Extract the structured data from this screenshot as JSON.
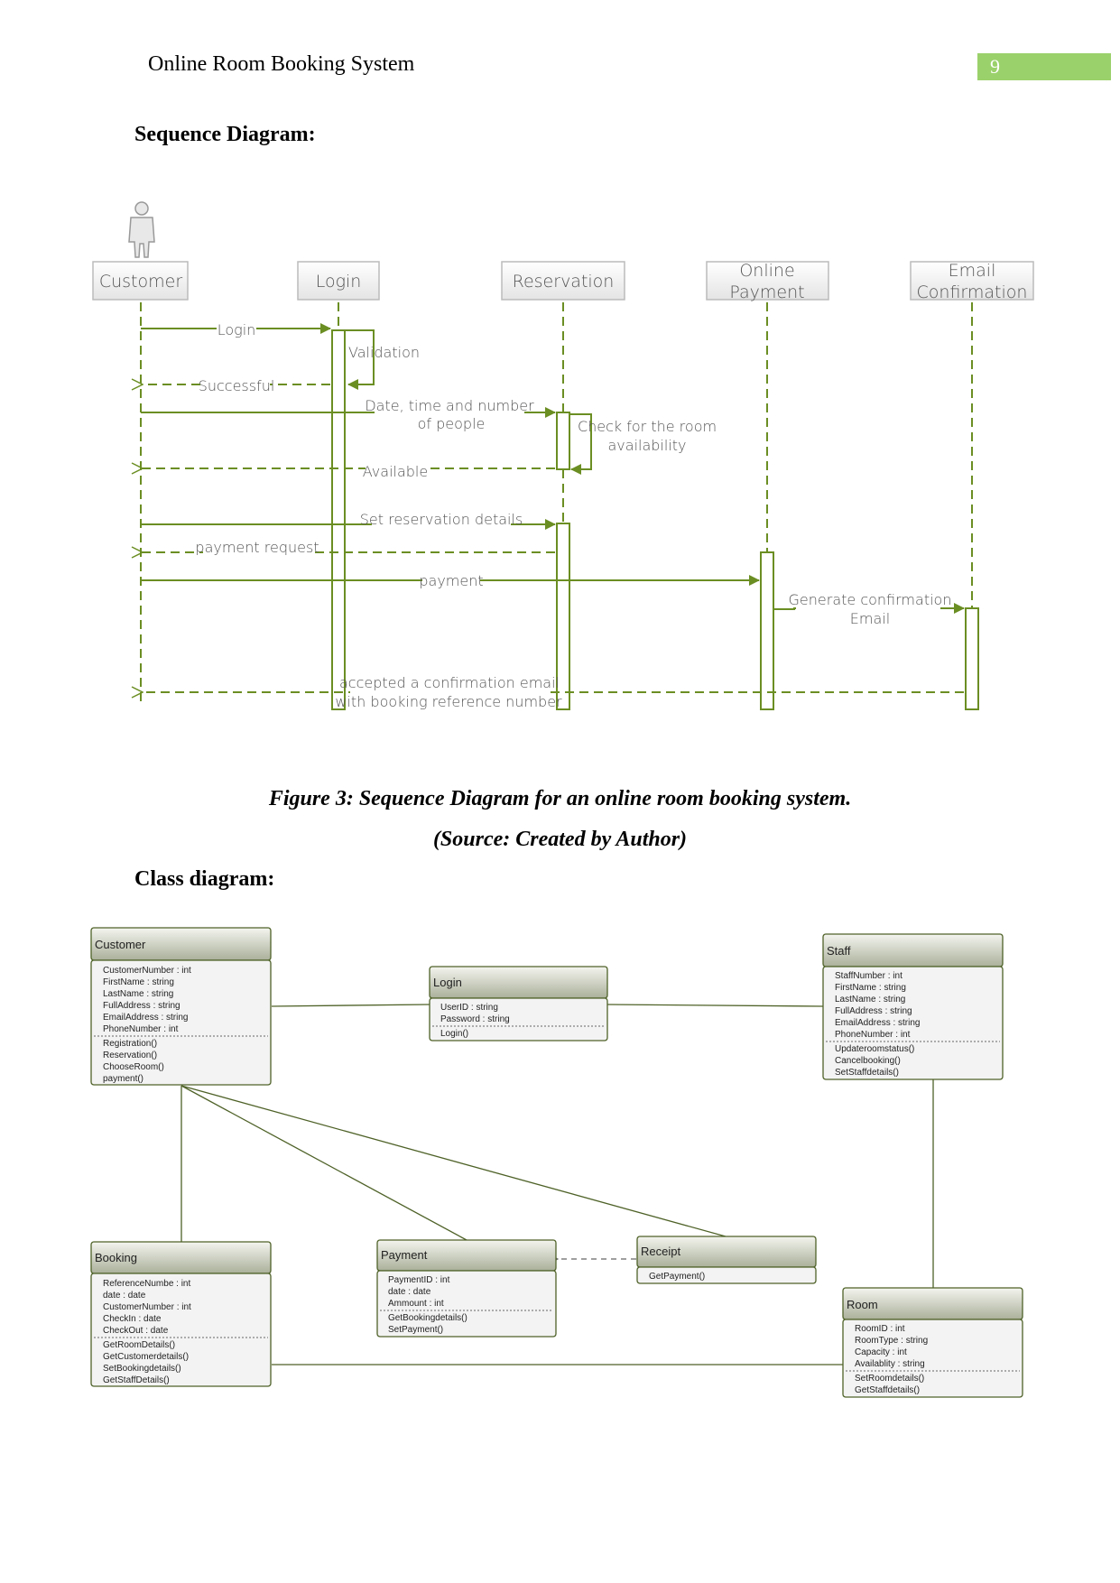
{
  "header": {
    "title": "Online Room Booking System",
    "page_number": "9"
  },
  "sequence": {
    "heading": "Sequence Diagram:",
    "lifelines": [
      {
        "id": "customer",
        "label_lines": [
          "Customer"
        ]
      },
      {
        "id": "login",
        "label_lines": [
          "Login"
        ]
      },
      {
        "id": "reservation",
        "label_lines": [
          "Reservation"
        ]
      },
      {
        "id": "online-payment",
        "label_lines": [
          "Online",
          "Payment"
        ]
      },
      {
        "id": "email-confirmation",
        "label_lines": [
          "Email",
          "Confirmation"
        ]
      }
    ],
    "messages": [
      {
        "label": "Login"
      },
      {
        "label": "Validation"
      },
      {
        "label": "Successful"
      },
      {
        "label_lines": [
          "Date, time and number",
          "of people"
        ]
      },
      {
        "label_lines": [
          "Check for the room",
          "availability"
        ]
      },
      {
        "label": "Available"
      },
      {
        "label": "Set reservation details"
      },
      {
        "label": "payment request"
      },
      {
        "label": "payment"
      },
      {
        "label_lines": [
          "Generate confirmation",
          "Email"
        ]
      },
      {
        "label_lines": [
          "accepted a confirmation email",
          "with booking reference number"
        ]
      }
    ],
    "caption": "Figure 3: Sequence Diagram for an online room booking system.",
    "source": "(Source: Created by Author)"
  },
  "class_diagram": {
    "heading": "Class diagram:",
    "classes": {
      "customer": {
        "name": "Customer",
        "attributes": [
          "CustomerNumber : int",
          "FirstName : string",
          "LastName : string",
          "FullAddress : string",
          "EmailAddress : string",
          "PhoneNumber : int"
        ],
        "methods": [
          "Registration()",
          "Reservation()",
          "ChooseRoom()",
          "payment()"
        ]
      },
      "login": {
        "name": "Login",
        "attributes": [
          "UserID : string",
          "Password : string"
        ],
        "methods": [
          "Login()"
        ]
      },
      "staff": {
        "name": "Staff",
        "attributes": [
          "StaffNumber : int",
          "FirstName : string",
          "LastName : string",
          "FullAddress : string",
          "EmailAddress : string",
          "PhoneNumber : int"
        ],
        "methods": [
          "Updateroomstatus()",
          "Cancelbooking()",
          "SetStaffdetails()"
        ]
      },
      "booking": {
        "name": "Booking",
        "attributes": [
          "ReferenceNumbe : int",
          "date : date",
          "CustomerNumber : int",
          "CheckIn : date",
          "CheckOut : date"
        ],
        "methods": [
          "GetRoomDetails()",
          "GetCustomerdetails()",
          "SetBookingdetails()",
          "GetStaffDetails()"
        ]
      },
      "payment": {
        "name": "Payment",
        "attributes": [
          "PaymentID : int",
          "date : date",
          "Ammount : int"
        ],
        "methods": [
          "GetBookingdetails()",
          "SetPayment()"
        ]
      },
      "receipt": {
        "name": "Receipt",
        "attributes": [],
        "methods": [
          "GetPayment()"
        ]
      },
      "room": {
        "name": "Room",
        "attributes": [
          "RoomID : int",
          "RoomType : string",
          "Capacity : int",
          "Availablity : string"
        ],
        "methods": [
          "SetRoomdetails()",
          "GetStaffdetails()"
        ]
      }
    }
  },
  "colors": {
    "accent": "#6b8e23",
    "page_badge": "#9bd16b",
    "class_border": "#4f6228"
  }
}
